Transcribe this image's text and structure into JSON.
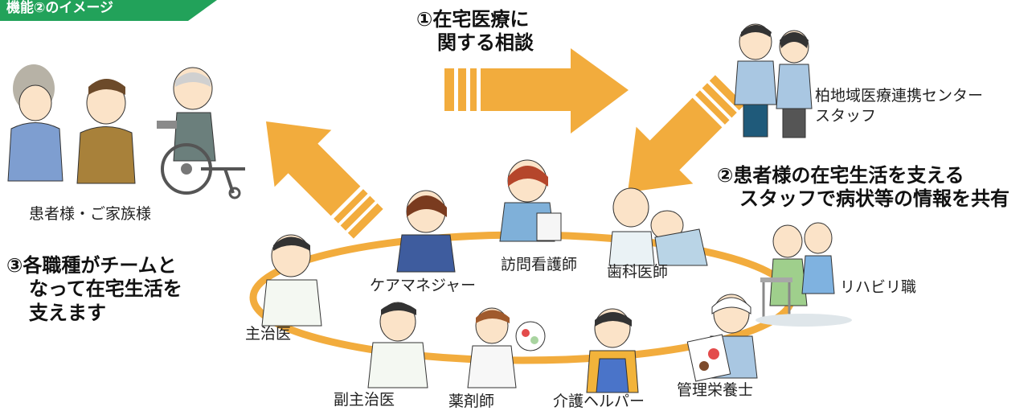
{
  "header_tag": "機能②のイメージ",
  "colors": {
    "arrow": "#f2ac3d",
    "ring": "#f2ac3d",
    "tag": "#22a25a"
  },
  "steps": {
    "step1": [
      "①在宅医療に",
      "関する相談"
    ],
    "step2": [
      "②患者様の在宅生活を支える",
      "スタッフで病状等の情報を共有"
    ],
    "step3": [
      "③各職種がチームと",
      "なって在宅生活を",
      "支えます"
    ]
  },
  "roles": {
    "patients": "患者様・ご家族様",
    "center_staff": [
      "柏地域医療連携センター",
      "スタッフ"
    ],
    "care_manager": "ケアマネジャー",
    "visiting_nurse": "訪問看護師",
    "dentist": "歯科医師",
    "rehab": "リハビリ職",
    "primary_doctor": "主治医",
    "sub_doctor": "副主治医",
    "pharmacist": "薬剤師",
    "caregiver": "介護ヘルパー",
    "dietitian": "管理栄養士"
  }
}
